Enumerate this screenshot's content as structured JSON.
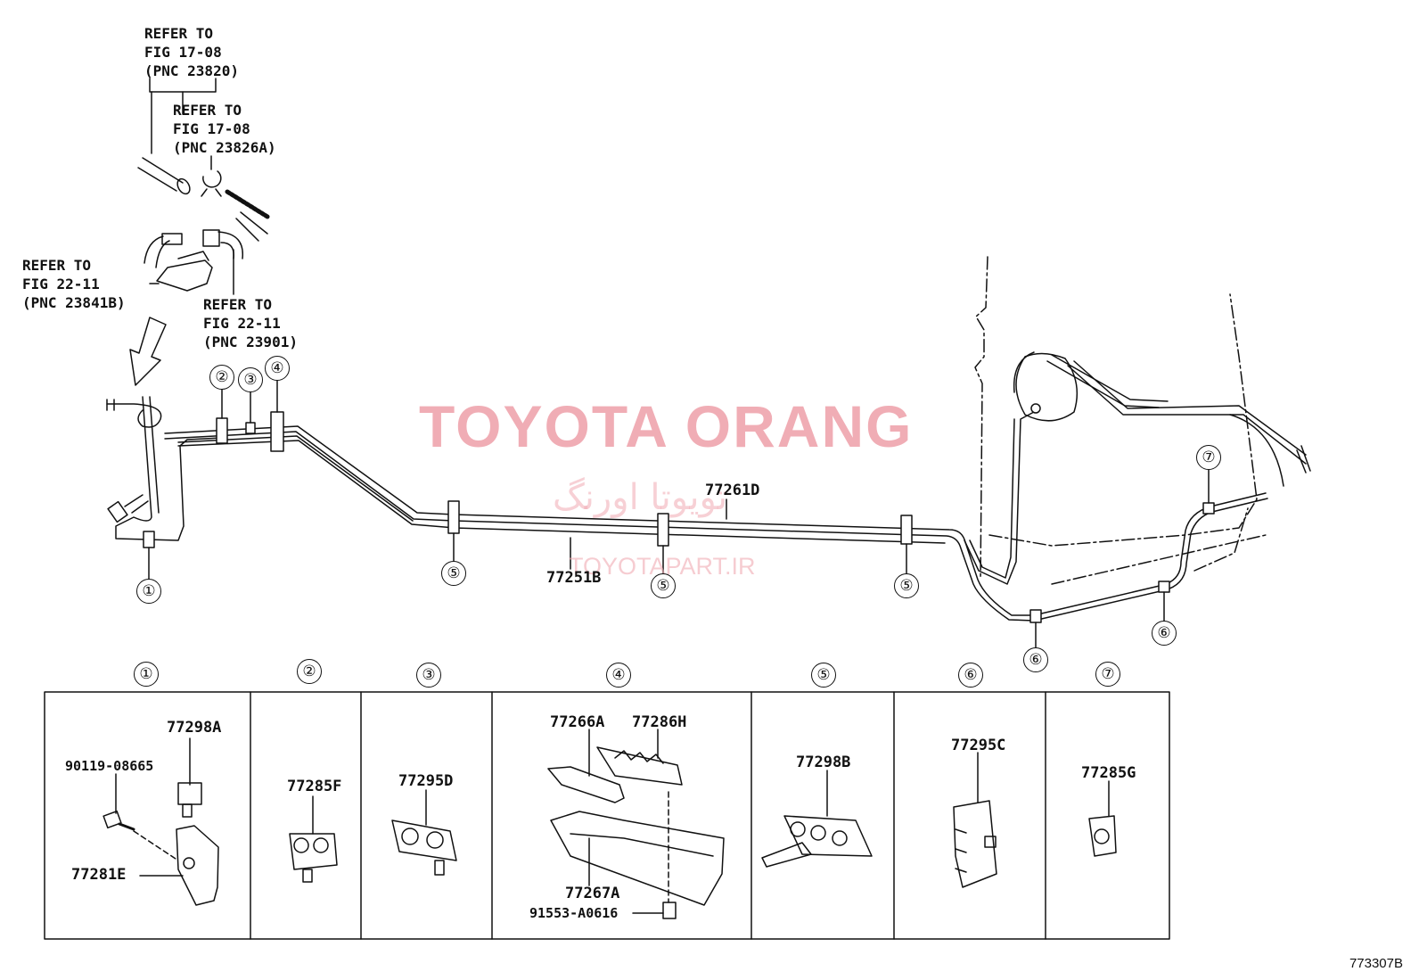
{
  "references": [
    {
      "line1": "REFER TO",
      "line2": "FIG 17-08",
      "line3": "(PNC 23820)"
    },
    {
      "line1": "REFER TO",
      "line2": "FIG 17-08",
      "line3": "(PNC 23826A)"
    },
    {
      "line1": "REFER TO",
      "line2": "FIG 22-11",
      "line3": "(PNC 23841B)"
    },
    {
      "line1": "REFER TO",
      "line2": "FIG 22-11",
      "line3": "(PNC 23901)"
    }
  ],
  "tube_parts": {
    "upper": "77261D",
    "lower": "77251B"
  },
  "callouts": [
    "①",
    "②",
    "③",
    "④",
    "⑤",
    "⑥",
    "⑦"
  ],
  "panels": [
    {
      "num": "①",
      "parts": [
        "77298A",
        "90119-08665",
        "77281E"
      ]
    },
    {
      "num": "②",
      "parts": [
        "77285F"
      ]
    },
    {
      "num": "③",
      "parts": [
        "77295D"
      ]
    },
    {
      "num": "④",
      "parts": [
        "77266A",
        "77286H",
        "77267A",
        "91553-A0616"
      ]
    },
    {
      "num": "⑤",
      "parts": [
        "77298B"
      ]
    },
    {
      "num": "⑥",
      "parts": [
        "77295C"
      ]
    },
    {
      "num": "⑦",
      "parts": [
        "77285G"
      ]
    }
  ],
  "watermark": {
    "title": "TOYOTA ORANG",
    "persian": "تویوتا اورنگ",
    "url": "TOYOTAPART.IR"
  },
  "figure_code": "773307B",
  "colors": {
    "line": "#111111",
    "watermark": "#ec96a0"
  }
}
